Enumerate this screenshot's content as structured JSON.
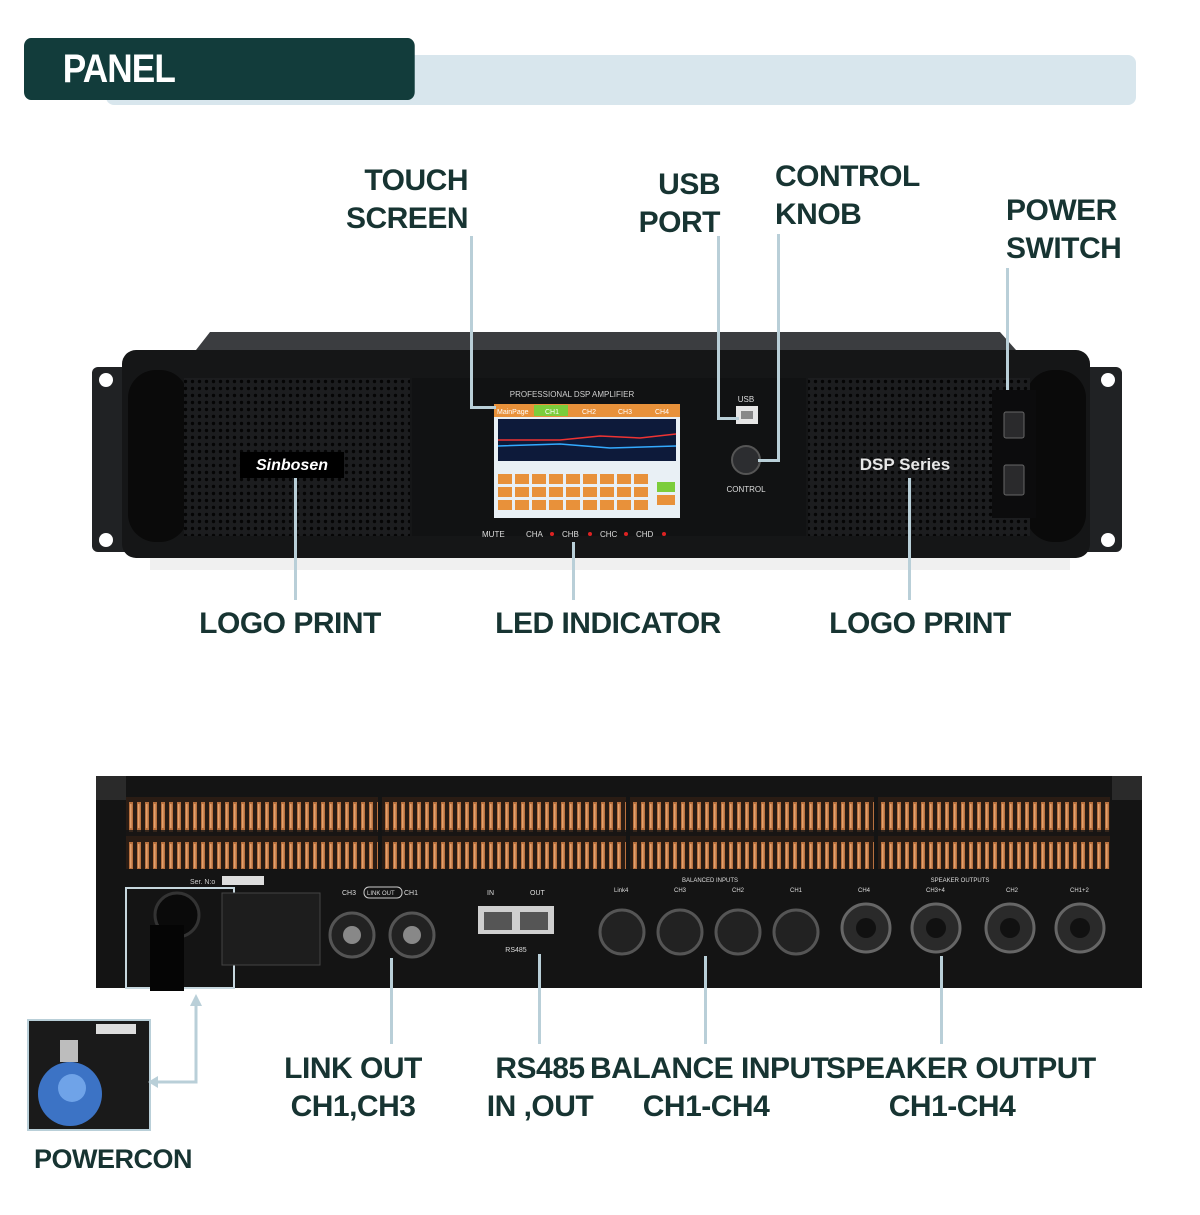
{
  "header": {
    "title": "PANEL INTRODUCTION"
  },
  "front": {
    "touch_screen": [
      "TOUCH",
      "SCREEN"
    ],
    "usb_port": [
      "USB",
      "PORT"
    ],
    "control_knob": [
      "CONTROL",
      "KNOB"
    ],
    "power_switch": [
      "POWER",
      "SWITCH"
    ],
    "logo_print_left": "LOGO PRINT",
    "led_indicator": "LED INDICATOR",
    "logo_print_right": "LOGO PRINT",
    "device": {
      "brand": "Sinbosen",
      "series": "DSP Series",
      "screen_caption": "PROFESSIONAL DSP AMPLIFIER",
      "screen_tabs": [
        "MainPage",
        "CH1",
        "CH2",
        "CH3",
        "CH4"
      ],
      "usb": "USB",
      "control": "CONTROL",
      "leds": [
        "MUTE",
        "CHA",
        "CHB",
        "CHC",
        "CHD"
      ]
    }
  },
  "rear": {
    "link_out": [
      "LINK OUT",
      "CH1,CH3"
    ],
    "rs485": [
      "RS485",
      "IN ,OUT"
    ],
    "balance_input": [
      "BALANCE INPUT",
      "CH1-CH4"
    ],
    "speaker_output": [
      "SPEAKER OUTPUT",
      "CH1-CH4"
    ],
    "powercon": "POWERCON",
    "device": {
      "ser_no": "Ser. N:o",
      "link_out_label": "LINK OUT",
      "ch3": "CH3",
      "ch1": "CH1",
      "in": "IN",
      "out": "OUT",
      "rs485": "RS485",
      "balanced_inputs": "BALANCED INPUTS",
      "input_labels": [
        "Link4",
        "CH3",
        "CH2",
        "CH1"
      ],
      "speaker_outputs": "SPEAKER OUTPUTS",
      "output_labels": [
        "CH4",
        "CH3+4",
        "CH2",
        "CH1+2"
      ]
    }
  }
}
